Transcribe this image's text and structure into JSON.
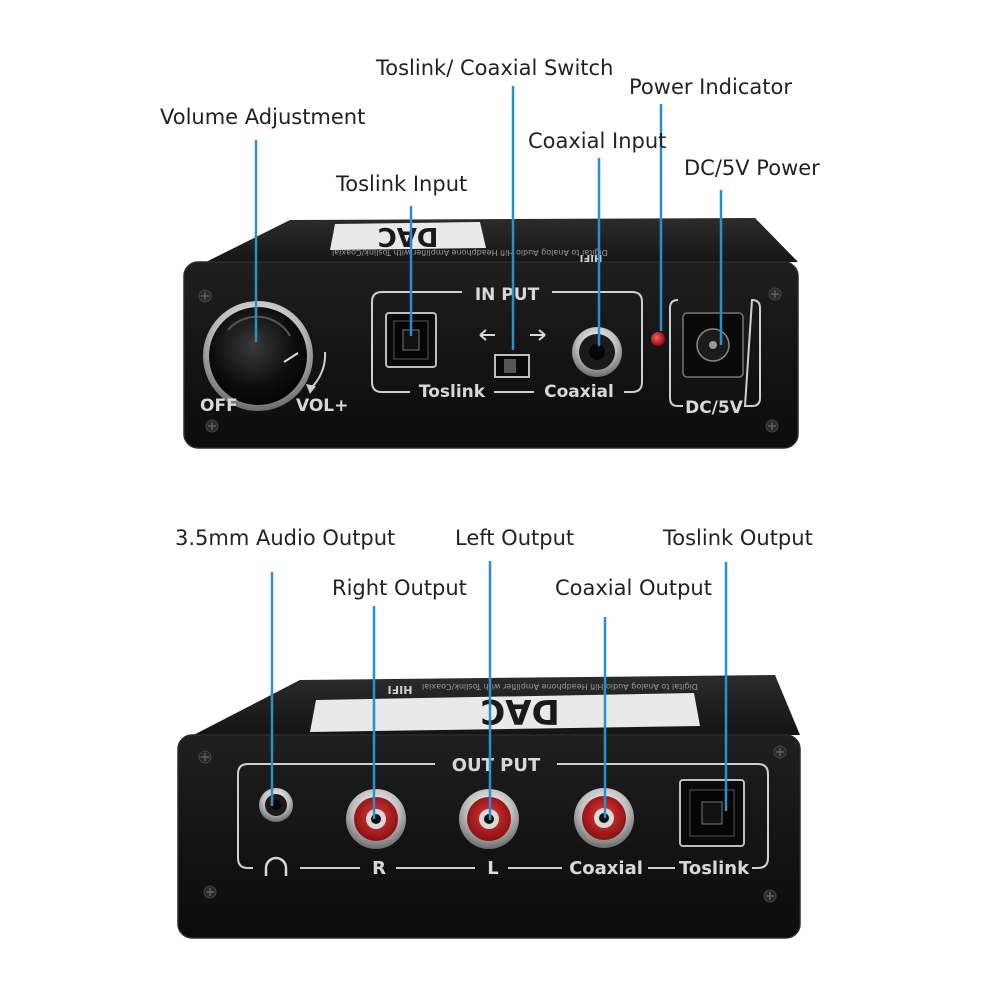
{
  "front_panel": {
    "callouts": {
      "volume": "Volume Adjustment",
      "switch": "Toslink/ Coaxial Switch",
      "power_indicator": "Power Indicator",
      "toslink_input": "Toslink Input",
      "coaxial_input": "Coaxial Input",
      "dc_power": "DC/5V Power"
    },
    "logo": "DAC",
    "hifi_mark": "HIFI",
    "description_text": "Digital to Analog Audio Hifi Headphone Amplifier with Toslink/Coaxial",
    "panel_labels": {
      "input": "IN PUT",
      "toslink": "Toslink",
      "coaxial": "Coaxial",
      "dc": "DC/5V",
      "vol_minus": "OFF",
      "vol_plus": "VOL+"
    }
  },
  "back_panel": {
    "callouts": {
      "audio_35": "3.5mm Audio Output",
      "left": "Left Output",
      "toslink_out": "Toslink Output",
      "right": "Right Output",
      "coaxial_out": "Coaxial Output"
    },
    "logo": "DAC",
    "hifi_mark": "HIFI",
    "description_text": "Digital to Analog Audio Hifi Headphone Amplifier with Toslink/Coaxial",
    "panel_labels": {
      "output": "OUT PUT",
      "r": "R",
      "l": "L",
      "coaxial": "Coaxial",
      "toslink": "Toslink"
    }
  },
  "colors": {
    "leader_line": "#2a8fd0",
    "device_body": "#1a1a1a",
    "panel_text": "#d8d8d8",
    "rca_red": "#b51d1d",
    "power_led": "#c0161a"
  }
}
